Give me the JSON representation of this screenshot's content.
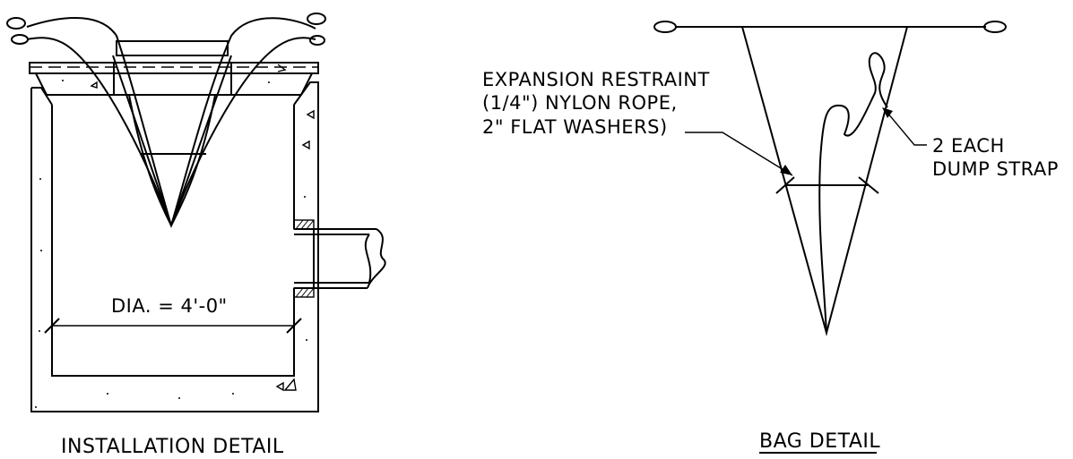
{
  "installation": {
    "dimension_label": "DIA. = 4'-0\"",
    "title": "INSTALLATION DETAIL"
  },
  "bag": {
    "callout_left_lines": [
      "EXPANSION RESTRAINT",
      "(1/4\") NYLON ROPE,",
      "2\" FLAT WASHERS)"
    ],
    "callout_right_lines": [
      "2 EACH",
      "DUMP STRAP"
    ],
    "title": "BAG DETAIL"
  }
}
